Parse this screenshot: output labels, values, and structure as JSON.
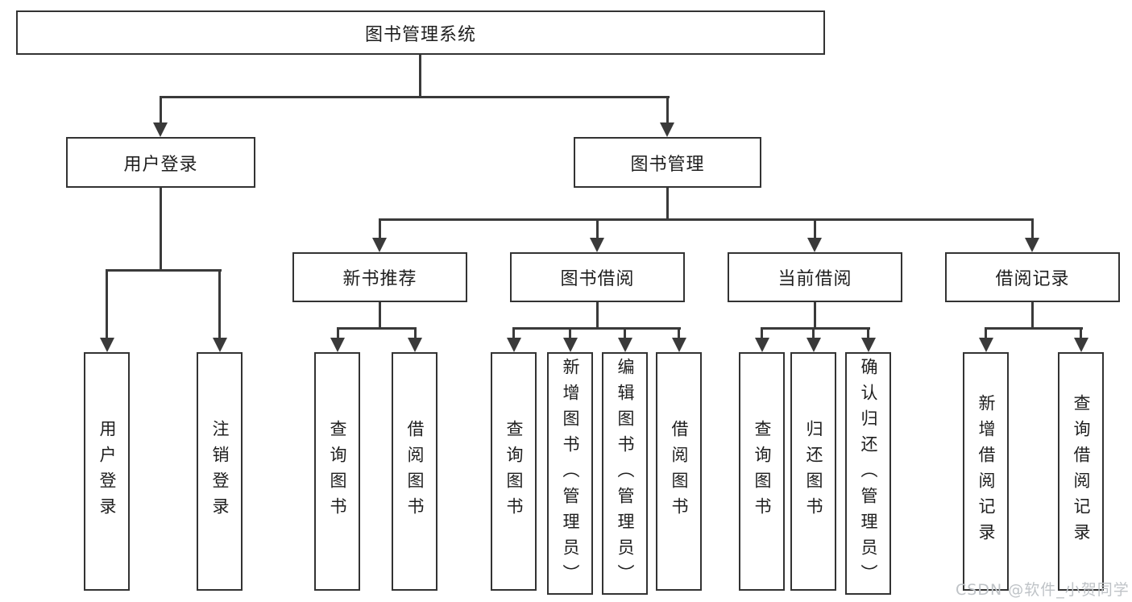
{
  "title": {
    "label": "图书管理系统"
  },
  "level2": [
    {
      "id": "user-login",
      "label": "用户登录"
    },
    {
      "id": "book-management",
      "label": "图书管理"
    }
  ],
  "level3": [
    {
      "id": "new-book-recommend",
      "parent": "图书管理",
      "label": "新书推荐"
    },
    {
      "id": "book-borrow",
      "parent": "图书管理",
      "label": "图书借阅"
    },
    {
      "id": "current-borrow",
      "parent": "图书管理",
      "label": "当前借阅"
    },
    {
      "id": "borrow-records",
      "parent": "图书管理",
      "label": "借阅记录"
    }
  ],
  "level4": [
    {
      "parent": "用户登录",
      "label": "用户登录"
    },
    {
      "parent": "用户登录",
      "label": "注销登录"
    },
    {
      "parent": "新书推荐",
      "label": "查询图书"
    },
    {
      "parent": "新书推荐",
      "label": "借阅图书"
    },
    {
      "parent": "图书借阅",
      "label": "查询图书"
    },
    {
      "parent": "图书借阅",
      "label": "新增图书（管理员）"
    },
    {
      "parent": "图书借阅",
      "label": "编辑图书（管理员）"
    },
    {
      "parent": "图书借阅",
      "label": "借阅图书"
    },
    {
      "parent": "当前借阅",
      "label": "查询图书"
    },
    {
      "parent": "当前借阅",
      "label": "归还图书"
    },
    {
      "parent": "当前借阅",
      "label": "确认归还（管理员）"
    },
    {
      "parent": "借阅记录",
      "label": "新增借阅记录"
    },
    {
      "parent": "借阅记录",
      "label": "查询借阅记录"
    }
  ],
  "watermark": {
    "label": "CSDN @软件_小贺同学"
  },
  "colors": {
    "line": "#3a3a3a",
    "box_border": "#333333",
    "text": "#1e1e1e",
    "watermark": "#bfc3c7",
    "background": "#ffffff"
  }
}
